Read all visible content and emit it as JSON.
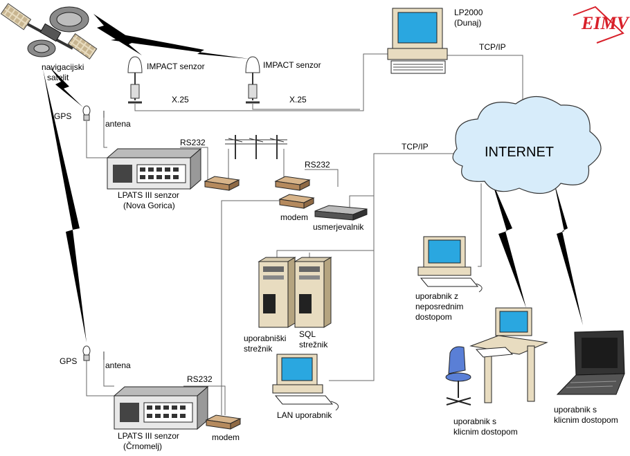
{
  "labels": {
    "satellite": [
      "navigacijski",
      "satelit"
    ],
    "impact1": "IMPACT  senzor",
    "impact2": "IMPACT senzor",
    "x25_1": "X.25",
    "x25_2": "X.25",
    "lp2000": [
      "LP2000",
      "(Dunaj)"
    ],
    "tcpip_top": "TCP/IP",
    "tcpip_mid": "TCP/IP",
    "internet": "INTERNET",
    "gps1": "GPS",
    "gps2": "GPS",
    "antena1": "antena",
    "antena2": "antena",
    "rs232_1": "RS232",
    "rs232_2": "RS232",
    "rs232_3": "RS232",
    "lpats1": [
      "LPATS III senzor",
      "(Nova Gorica)"
    ],
    "lpats2": [
      "LPATS III senzor",
      "(Črnomelj)"
    ],
    "modem1": "modem",
    "modem2": "modem",
    "router": "usmerjevalnik",
    "user_server": [
      "uporabniški",
      "strežnik"
    ],
    "sql_server": [
      "SQL",
      "strežnik"
    ],
    "lan_user": "LAN uporabnik",
    "direct_user": [
      "uporabnik z",
      "neposrednim",
      "dostopom"
    ],
    "dial_user1": [
      "uporabnik s",
      "klicnim dostopom"
    ],
    "dial_user2": [
      "uporabnik s",
      "klicnim dostopom"
    ]
  },
  "logo": "EIMV",
  "colors": {
    "screen": "#2aa7e0",
    "beige": "#e8dcc0",
    "cloud": "#d7ecfa",
    "logo": "#d8202a",
    "modem": "#b58a5e",
    "chair": "#5a7fd6"
  }
}
